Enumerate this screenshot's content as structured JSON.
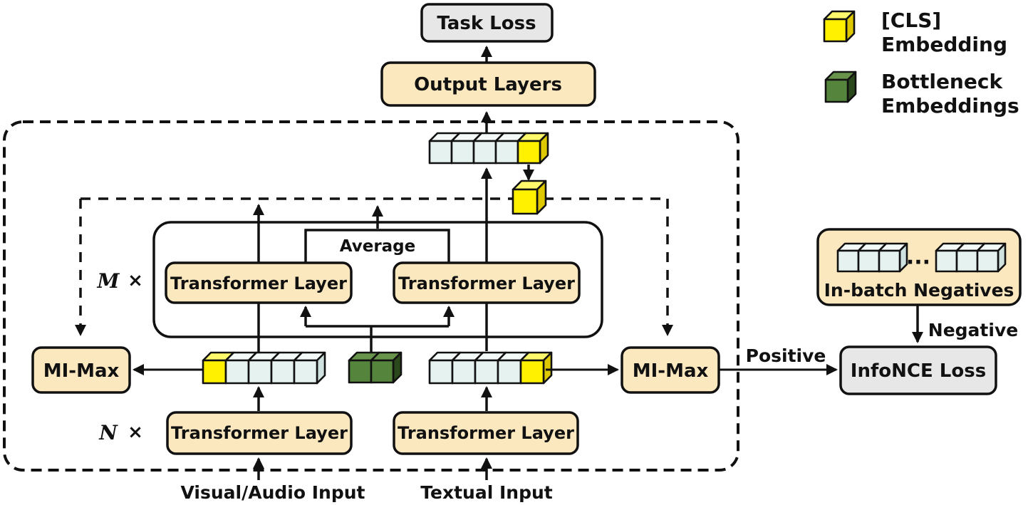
{
  "figure": {
    "task_loss": "Task Loss",
    "output_layers": "Output Layers",
    "transformer_layer": "Transformer Layer",
    "average": "Average",
    "mi_max": "MI-Max",
    "infonce_loss": "InfoNCE Loss",
    "in_batch_negatives": "In-batch Negatives",
    "positive": "Positive",
    "negative": "Negative",
    "visual_audio_input": "Visual/Audio Input",
    "textual_input": "Textual Input",
    "m_label": "M",
    "n_label": "N",
    "times": "×",
    "ellipsis": "···"
  },
  "legend": {
    "cls_line1": "[CLS]",
    "cls_line2": "Embedding",
    "bottleneck_line1": "Bottleneck",
    "bottleneck_line2": "Embeddings"
  },
  "colors": {
    "panel_tan": "#FBE8BF",
    "loss_gray": "#E7E7E7",
    "cls_yellow": "#FFF100",
    "bottleneck_green": "#55843C",
    "token_teal": "#E6F2F0",
    "line_black": "#111111"
  }
}
